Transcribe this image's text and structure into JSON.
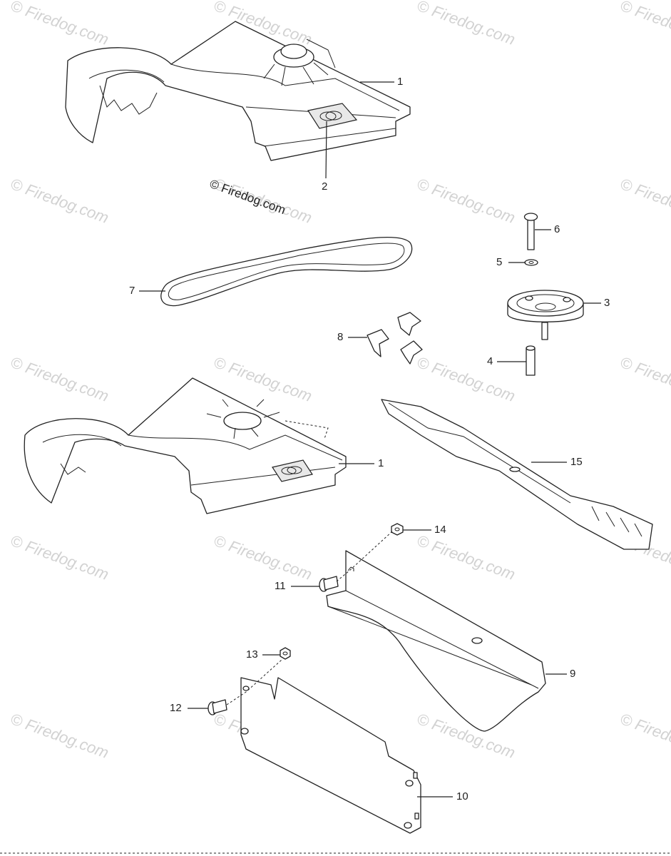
{
  "watermark": {
    "text": "© Firedog.com"
  },
  "copyright": "© Firedog.com",
  "callouts": {
    "c1a": "1",
    "c1b": "1",
    "c2": "2",
    "c3": "3",
    "c4": "4",
    "c5": "5",
    "c6": "6",
    "c7": "7",
    "c8": "8",
    "c9": "9",
    "c10": "10",
    "c11": "11",
    "c12": "12",
    "c13": "13",
    "c14": "14",
    "c15": "15"
  },
  "parts": [
    {
      "ref": "1",
      "name": "deck-housing"
    },
    {
      "ref": "2",
      "name": "decal"
    },
    {
      "ref": "3",
      "name": "pulley"
    },
    {
      "ref": "4",
      "name": "spacer"
    },
    {
      "ref": "5",
      "name": "washer"
    },
    {
      "ref": "6",
      "name": "bolt"
    },
    {
      "ref": "7",
      "name": "belt"
    },
    {
      "ref": "8",
      "name": "knob"
    },
    {
      "ref": "9",
      "name": "plate"
    },
    {
      "ref": "10",
      "name": "plate"
    },
    {
      "ref": "11",
      "name": "bolt"
    },
    {
      "ref": "12",
      "name": "bolt"
    },
    {
      "ref": "13",
      "name": "nut"
    },
    {
      "ref": "14",
      "name": "nut"
    },
    {
      "ref": "15",
      "name": "blade"
    }
  ]
}
